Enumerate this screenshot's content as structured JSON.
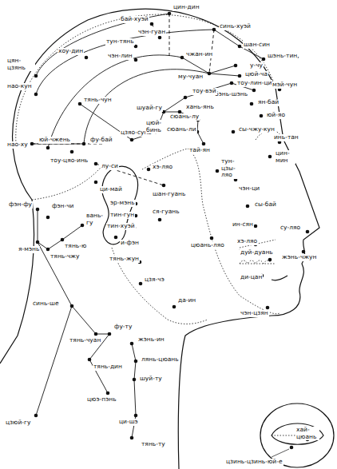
{
  "diagram": {
    "labels": [
      "цин-дин",
      "бай-хуэй",
      "синь-хуэй",
      "чэн-гуан",
      "тун-тянь",
      "шан-син",
      "хоу-дин",
      "чэн-лин",
      "чжан-ин",
      "шэнь-тин,",
      "у-чу",
      "цюй-ча",
      "му-чуан",
      "тоу-лин-ци",
      "бэнь-шэнь",
      "цян-цзянь",
      "нао-кун",
      "тянь-чун",
      "тоу-вэй",
      "шуай-гу",
      "хань-янь",
      "ян-бай",
      "мэй-чун",
      "юй-яо",
      "сы-чжу-кун",
      "инь-тан",
      "цзяо-сунь",
      "цюй-бинь",
      "сюань-лу",
      "сюань-ли",
      "тай-ян",
      "нао-ху",
      "юй-чжень",
      "фу-бай",
      "тоу-цяо-инь",
      "лу-си",
      "ци-май",
      "хэ-ляо",
      "тун-цзы-ляо",
      "цин-мин",
      "шан-гуань",
      "эр-мэнь",
      "тин-гун",
      "тин-хуэй",
      "ся-гуань",
      "чэн-ци",
      "сы-бай",
      "ин-сян",
      "и-фэн",
      "су-ляо",
      "цюань-ляо",
      "хэ-ляо",
      "жэнь-чжун",
      "дуй-дуань",
      "ди-цан",
      "тянь-жун",
      "цзя-чэ",
      "да-ин",
      "чэн-цзян",
      "фэн-фу",
      "фэн-чи",
      "вань-гу",
      "тянь-ю",
      "тянь-чжу",
      "я-мэнь",
      "синь-ше",
      "тянь-чуан",
      "фу-ту",
      "тянь-дин",
      "цюэ-пэнь",
      "цзюй-гу",
      "жэнь-ин",
      "лянь-цюань",
      "шуй-ту",
      "ци-шэ",
      "тянь-ту",
      "хай-цюань",
      "цзинь-цзинь-юй-е"
    ]
  }
}
